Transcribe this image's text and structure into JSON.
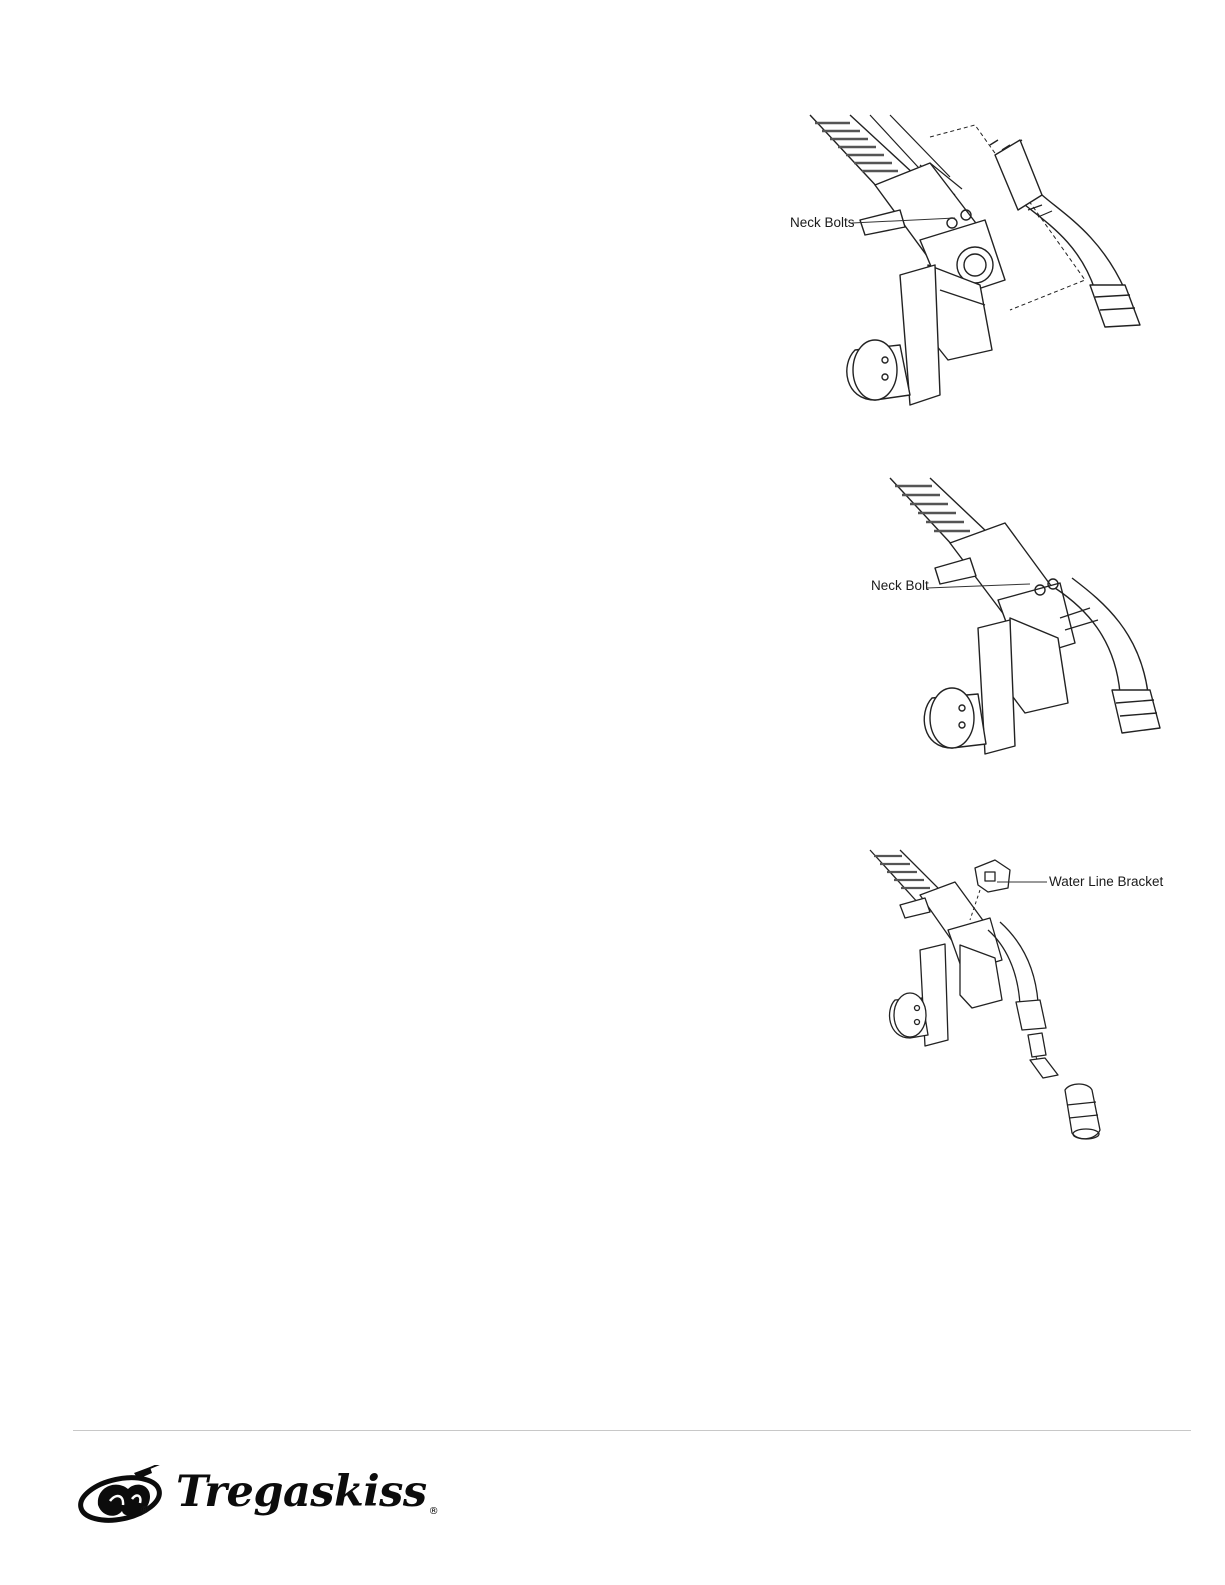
{
  "figures": [
    {
      "callout": "Neck Bolts"
    },
    {
      "callout": "Neck Bolt"
    },
    {
      "callout": "Water Line Bracket"
    }
  ],
  "footer": {
    "brand": "Tregaskiss",
    "registered_mark": "®"
  }
}
